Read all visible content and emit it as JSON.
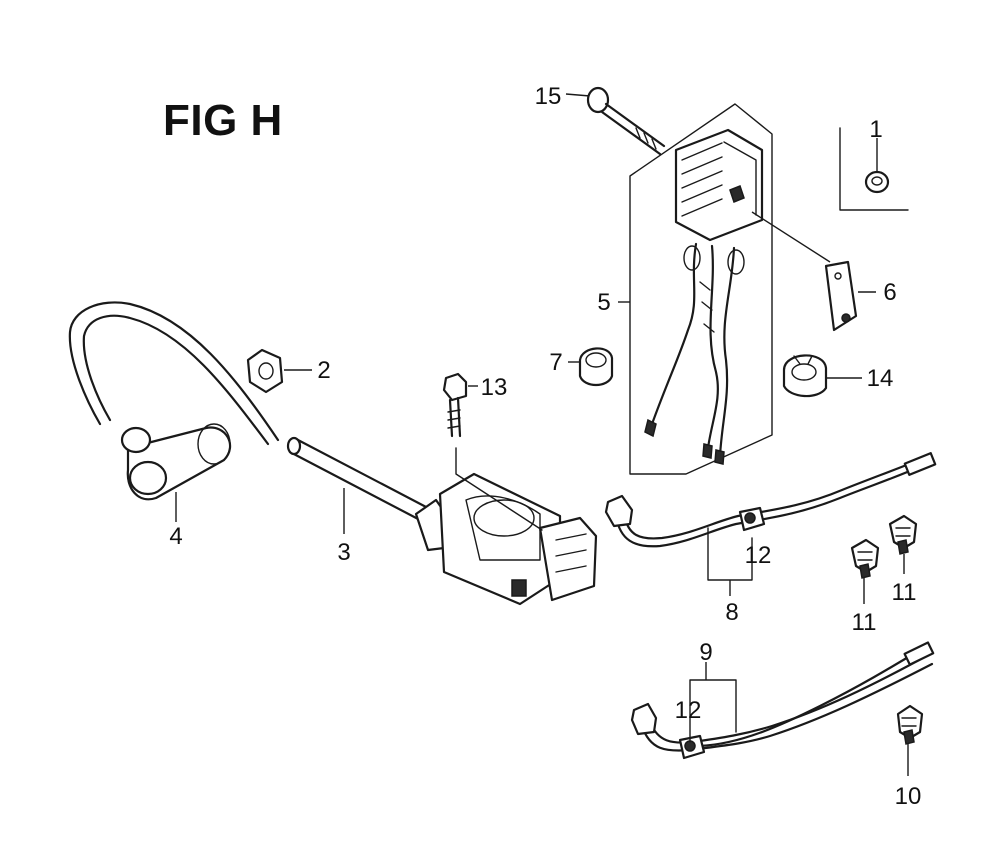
{
  "figure": {
    "title": "FIG H"
  },
  "callouts": {
    "c1": "1",
    "c2": "2",
    "c3": "3",
    "c4": "4",
    "c5": "5",
    "c6": "6",
    "c7": "7",
    "c8": "8",
    "c9": "9",
    "c10": "10",
    "c11a": "11",
    "c11b": "11",
    "c12a": "12",
    "c12b": "12",
    "c13": "13",
    "c14": "14",
    "c15": "15"
  }
}
